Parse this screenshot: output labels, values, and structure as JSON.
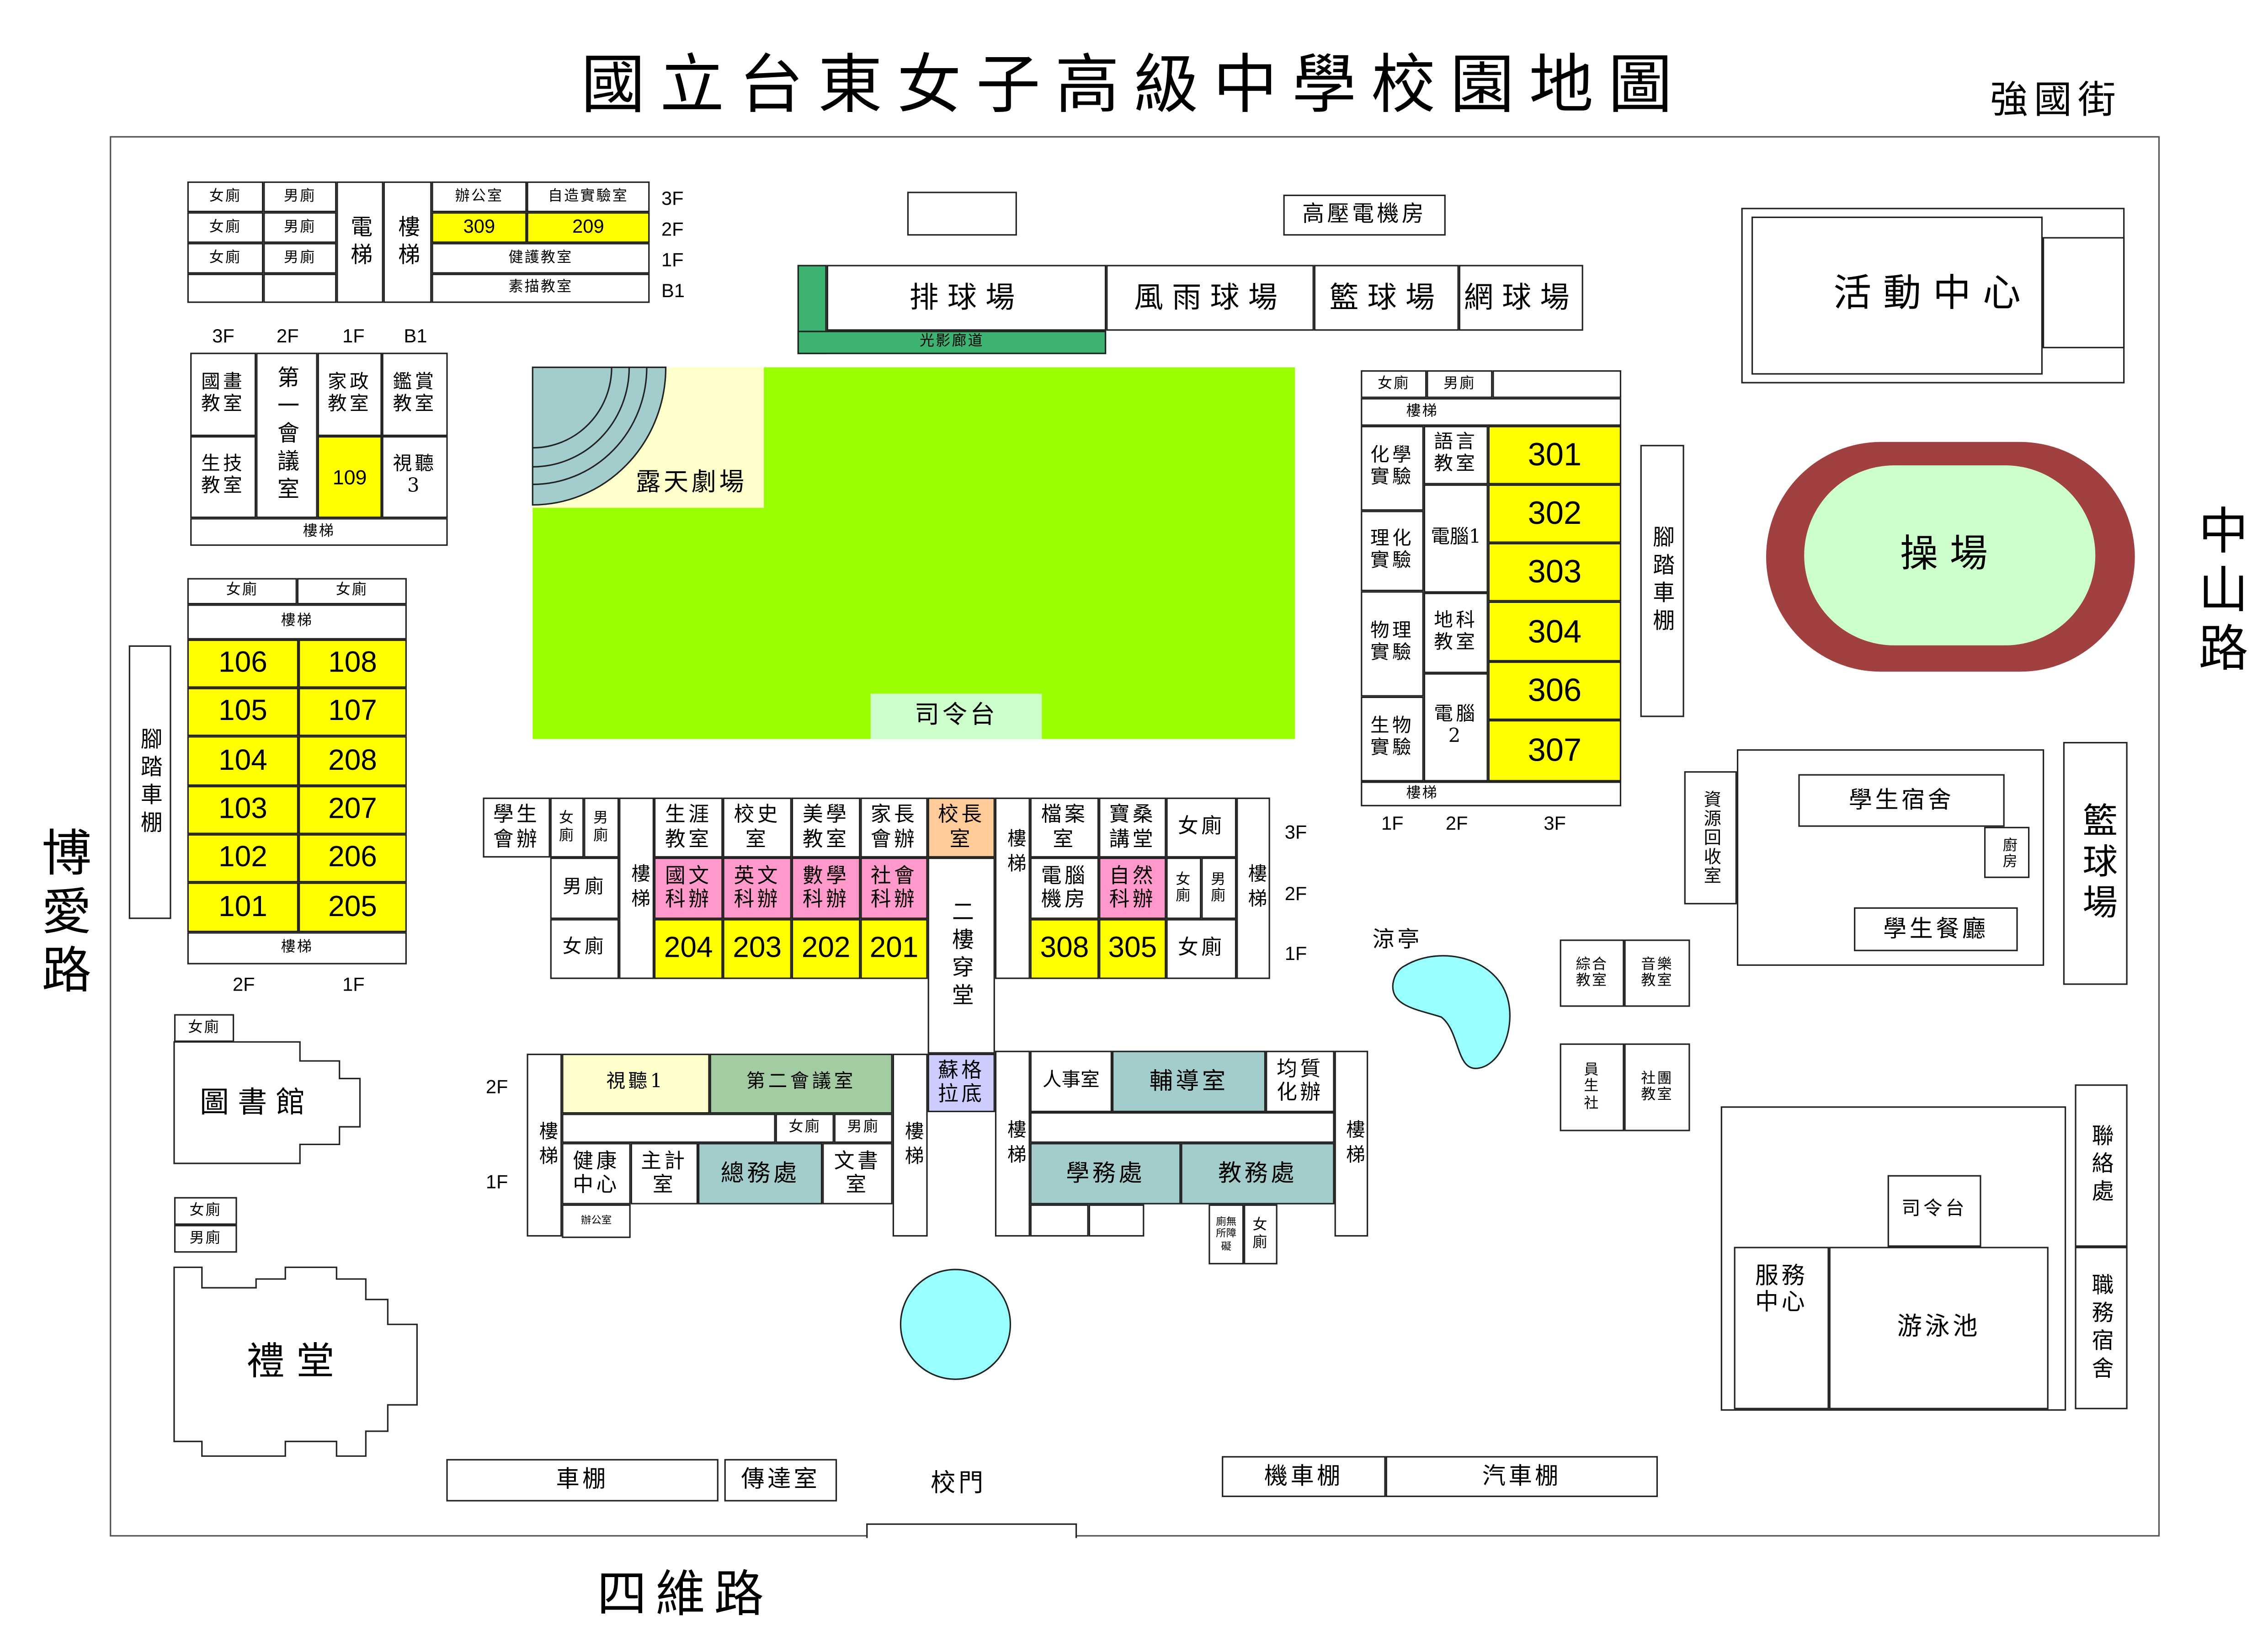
{
  "title": "國立台東女子高級中學校園地圖",
  "roads": {
    "north": "強國街",
    "east": "中山路",
    "west": "博愛路",
    "south": "四維路"
  },
  "floors": {
    "f3": "3F",
    "f2": "2F",
    "f1": "1F",
    "b1": "B1"
  },
  "nw_block": {
    "w": "女廁",
    "m": "男廁",
    "elevator": "電梯",
    "stairs": "樓梯",
    "office": "辦公室",
    "maker": "自造實驗室",
    "r309": "309",
    "r209": "209",
    "health_ed": "健護教室",
    "sketch": "素描教室"
  },
  "w_block": {
    "painting": "國畫\n教室",
    "biotech": "生技\n教室",
    "conf1": "第一會議室",
    "home_ec": "家政\n教室",
    "appreciation": "鑑賞\n教室",
    "r109": "109",
    "av3": "視聽\n3",
    "stairs": "樓梯"
  },
  "class_block": {
    "w": "女廁",
    "stairs": "樓梯",
    "rooms": [
      "106",
      "108",
      "105",
      "107",
      "104",
      "208",
      "103",
      "207",
      "102",
      "206",
      "101",
      "205"
    ]
  },
  "bike_shed": "腳踏車棚",
  "library": {
    "w": "女廁",
    "name": "圖書館"
  },
  "toilets": {
    "w": "女廁",
    "m": "男廁"
  },
  "auditorium": "禮堂",
  "hv_room": "高壓電機房",
  "courts": {
    "volleyball": "排球場",
    "rain": "風雨球場",
    "basketball": "籃球場",
    "tennis": "網球場",
    "corridor": "光影廊道"
  },
  "field": {
    "theater": "露天劇場",
    "stage": "司令台"
  },
  "activity_center": "活動中心",
  "track": "操場",
  "b3": {
    "w": "女廁",
    "m": "男廁",
    "stairs": "樓梯",
    "chem": "化學\n實驗",
    "phys_chem": "理化\n實驗",
    "physics": "物理\n實驗",
    "bio": "生物\n實驗",
    "lang": "語言\n教室",
    "pc1": "電腦1",
    "earth": "地科\n教室",
    "pc2": "電腦\n2",
    "rooms": [
      "301",
      "302",
      "303",
      "304",
      "306",
      "307"
    ]
  },
  "south_a": {
    "student_union": "學生\n會辦",
    "w": "女\n廁",
    "m": "男\n廁",
    "m2": "男廁",
    "w2": "女廁",
    "stairs": "樓梯",
    "career": "生涯\n教室",
    "history": "校史\n室",
    "aesthetics": "美學\n教室",
    "parents": "家長\n會辦",
    "principal": "校長\n室",
    "chinese": "國文\n科辦",
    "english": "英文\n科辦",
    "math": "數學\n科辦",
    "social": "社會\n科辦",
    "rooms": [
      "204",
      "203",
      "202",
      "201"
    ],
    "hall": "二樓穿堂"
  },
  "south_b": {
    "stairs": "樓梯",
    "archive": "檔案\n室",
    "baosang": "寶桑\n講堂",
    "w": "女廁",
    "computer": "電腦\n機房",
    "science": "自然\n科辦",
    "w2": "女\n廁",
    "m2": "男\n廁",
    "rooms": [
      "308",
      "305"
    ]
  },
  "admin_a": {
    "stairs": "樓梯",
    "av1": "視聽1",
    "conf2": "第二會議室",
    "w": "女廁",
    "m": "男廁",
    "health": "健康\n中心",
    "accounting": "主計\n室",
    "general": "總務處",
    "docs": "文書\n室",
    "office": "辦公室",
    "socrates": "蘇格\n拉底"
  },
  "admin_b": {
    "stairs": "樓梯",
    "personnel": "人事室",
    "counseling": "輔導室",
    "equal": "均質\n化辦",
    "student_affairs": "學務處",
    "academic": "教務處",
    "accessible": "廁無\n所障\n礙",
    "w": "女\n廁"
  },
  "pavilion": "涼亭",
  "misc": {
    "general_class": "綜合\n教室",
    "music": "音樂\n教室",
    "coop": "員\n生\n社",
    "club": "社團\n教室",
    "recycle": "資源回收室",
    "dorm": "學生宿舍",
    "kitchen": "廚房",
    "dining": "學生餐廳",
    "basketball": "籃球場",
    "liaison": "聯絡處",
    "staff_dorm": "職務宿舍",
    "stage2": "司令台",
    "service": "服務\n中心",
    "pool": "游泳池"
  },
  "gate": {
    "shed": "車棚",
    "guard": "傳達室",
    "gate": "校門",
    "moto": "機車棚",
    "car": "汽車棚"
  },
  "colors": {
    "yellow": "#ffff00",
    "field": "#99ff00",
    "track": "#a04040",
    "pink": "#ff99cc",
    "teal": "#a3cccc"
  }
}
